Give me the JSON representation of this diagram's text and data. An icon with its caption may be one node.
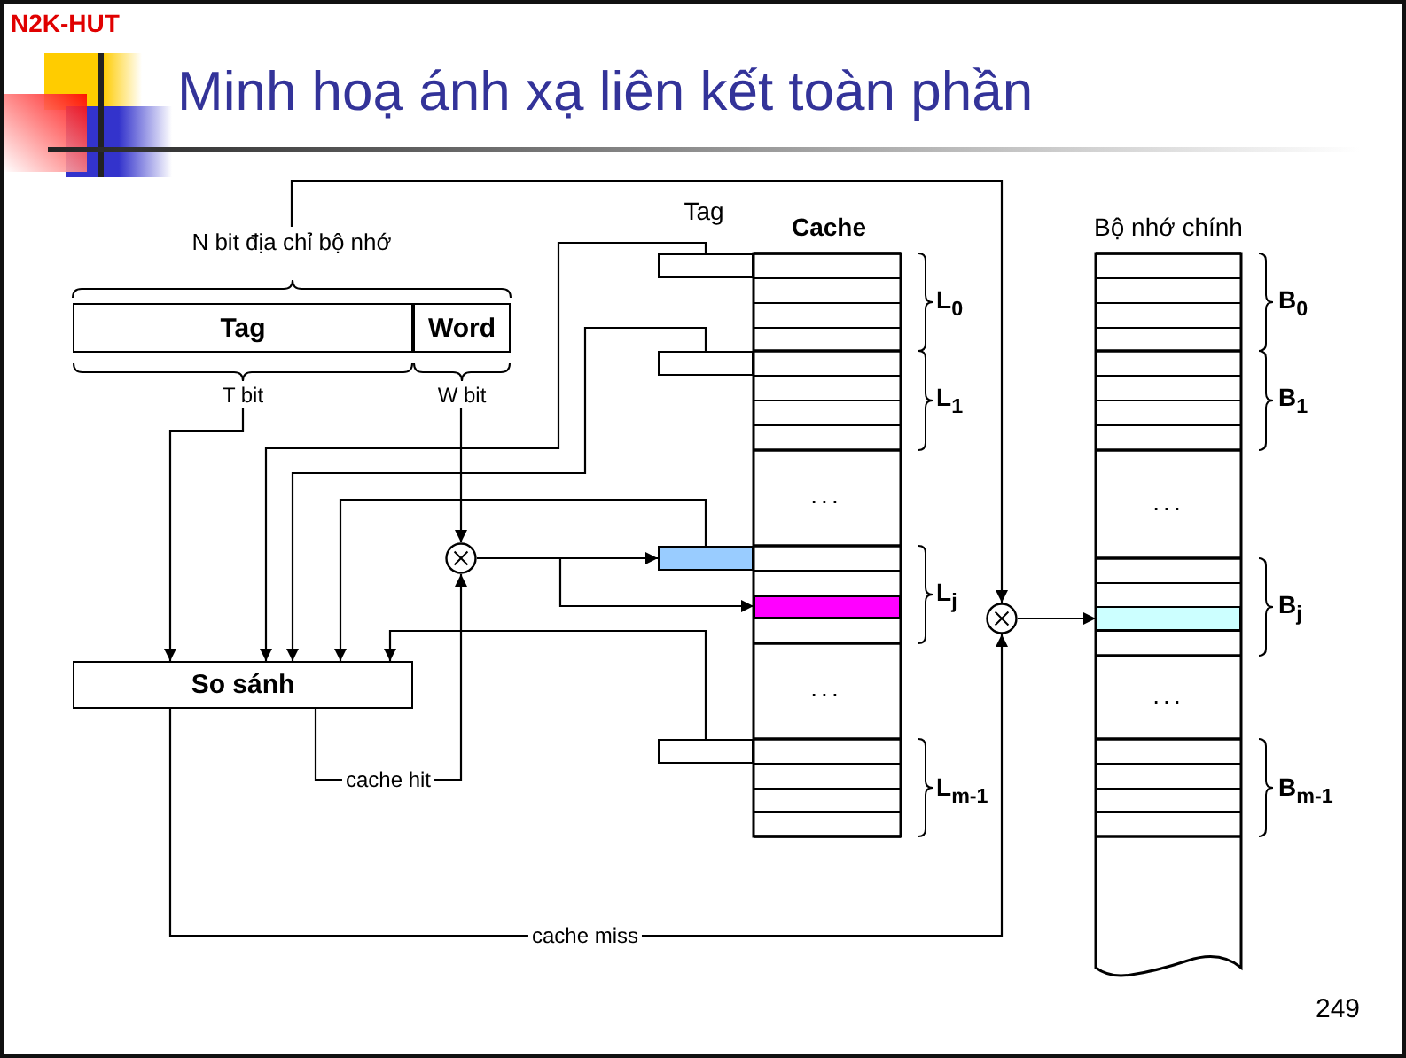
{
  "diagram": {
    "title": "Minh hoạ ánh xạ liên kết toàn phần",
    "nodes": [
      {
        "text": [
          "N bit địa chỉ bộ nhớ"
        ]
      },
      {
        "text": [
          "Tag"
        ],
        "in": 0,
        "beside": [
          "T bit"
        ]
      },
      {
        "text": [
          "Word"
        ],
        "in": 0,
        "beside": [
          "W bit"
        ]
      },
      {
        "text": [
          "So sánh"
        ]
      },
      {
        "text": [],
        "shape": "circle"
      },
      {
        "text": [],
        "shape": "box"
      },
      {
        "text": [],
        "shape": "box"
      },
      {
        "text": [],
        "shape": "box"
      },
      {
        "text": [],
        "shape": "box"
      },
      {
        "text": [
          "Cache"
        ]
      },
      {
        "text": [],
        "shape": "box",
        "in": 9
      },
      {
        "text": [],
        "shape": "circle"
      },
      {
        "text": [
          "Bộ nhớ chính"
        ]
      },
      {
        "text": [],
        "shape": "box",
        "in": 12
      }
    ],
    "edges": [
      {
        "from": 0,
        "to": 11,
        "arrow": "to"
      },
      {
        "from": 1,
        "to": 3,
        "arrow": "to"
      },
      {
        "from": 2,
        "to": 4,
        "arrow": "to"
      },
      {
        "from": 5,
        "to": 3,
        "arrow": "to"
      },
      {
        "from": 6,
        "to": 3,
        "arrow": "to"
      },
      {
        "from": 7,
        "to": 3,
        "arrow": "to"
      },
      {
        "from": 8,
        "to": 3,
        "arrow": "to"
      },
      {
        "from": 3,
        "to": 4,
        "arrow": "to",
        "label": "cache hit"
      },
      {
        "from": 4,
        "to": 7,
        "arrow": "to"
      },
      {
        "from": 4,
        "to": 10,
        "arrow": "to"
      },
      {
        "from": 3,
        "to": 11,
        "arrow": "to",
        "label": "cache miss"
      },
      {
        "from": 11,
        "to": 13,
        "arrow": "to"
      }
    ],
    "labels": [
      "N2K-HUT",
      "Tag",
      "L$_{0}$",
      "L$_{1}$",
      "...",
      "L$_{j}$",
      "...",
      "L$_{m-1}$",
      "B$_{0}$",
      "B$_{1}$",
      "...",
      "B$_{j}$",
      "...",
      "B$_{m-1}$",
      "249"
    ]
  }
}
